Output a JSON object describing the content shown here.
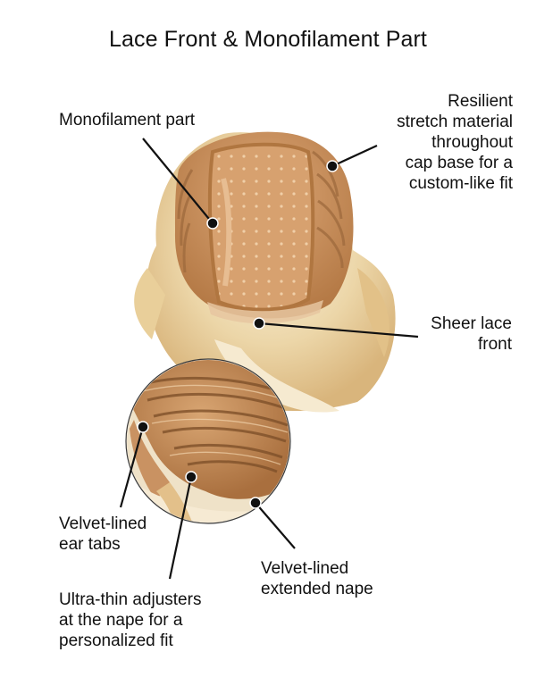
{
  "title": "Lace Front & Monofilament Part",
  "labels": {
    "monofilament_part": [
      "Monofilament part"
    ],
    "resilient_stretch": [
      "Resilient",
      "stretch material",
      "throughout",
      "cap base for a",
      "custom-like fit"
    ],
    "sheer_lace_front": [
      "Sheer lace",
      "front"
    ],
    "ear_tabs": [
      "Velvet-lined",
      "ear tabs"
    ],
    "extended_nape": [
      "Velvet-lined",
      "extended nape"
    ],
    "adjusters": [
      "Ultra-thin adjusters",
      "at the nape for a",
      "personalized fit"
    ]
  },
  "colors": {
    "hair_light": "#f3e6c8",
    "hair_mid": "#e3c795",
    "cap_base": "#c98f5c",
    "cap_mesh": "#d9a676",
    "cap_dark": "#9a6538",
    "leader": "#111111"
  }
}
